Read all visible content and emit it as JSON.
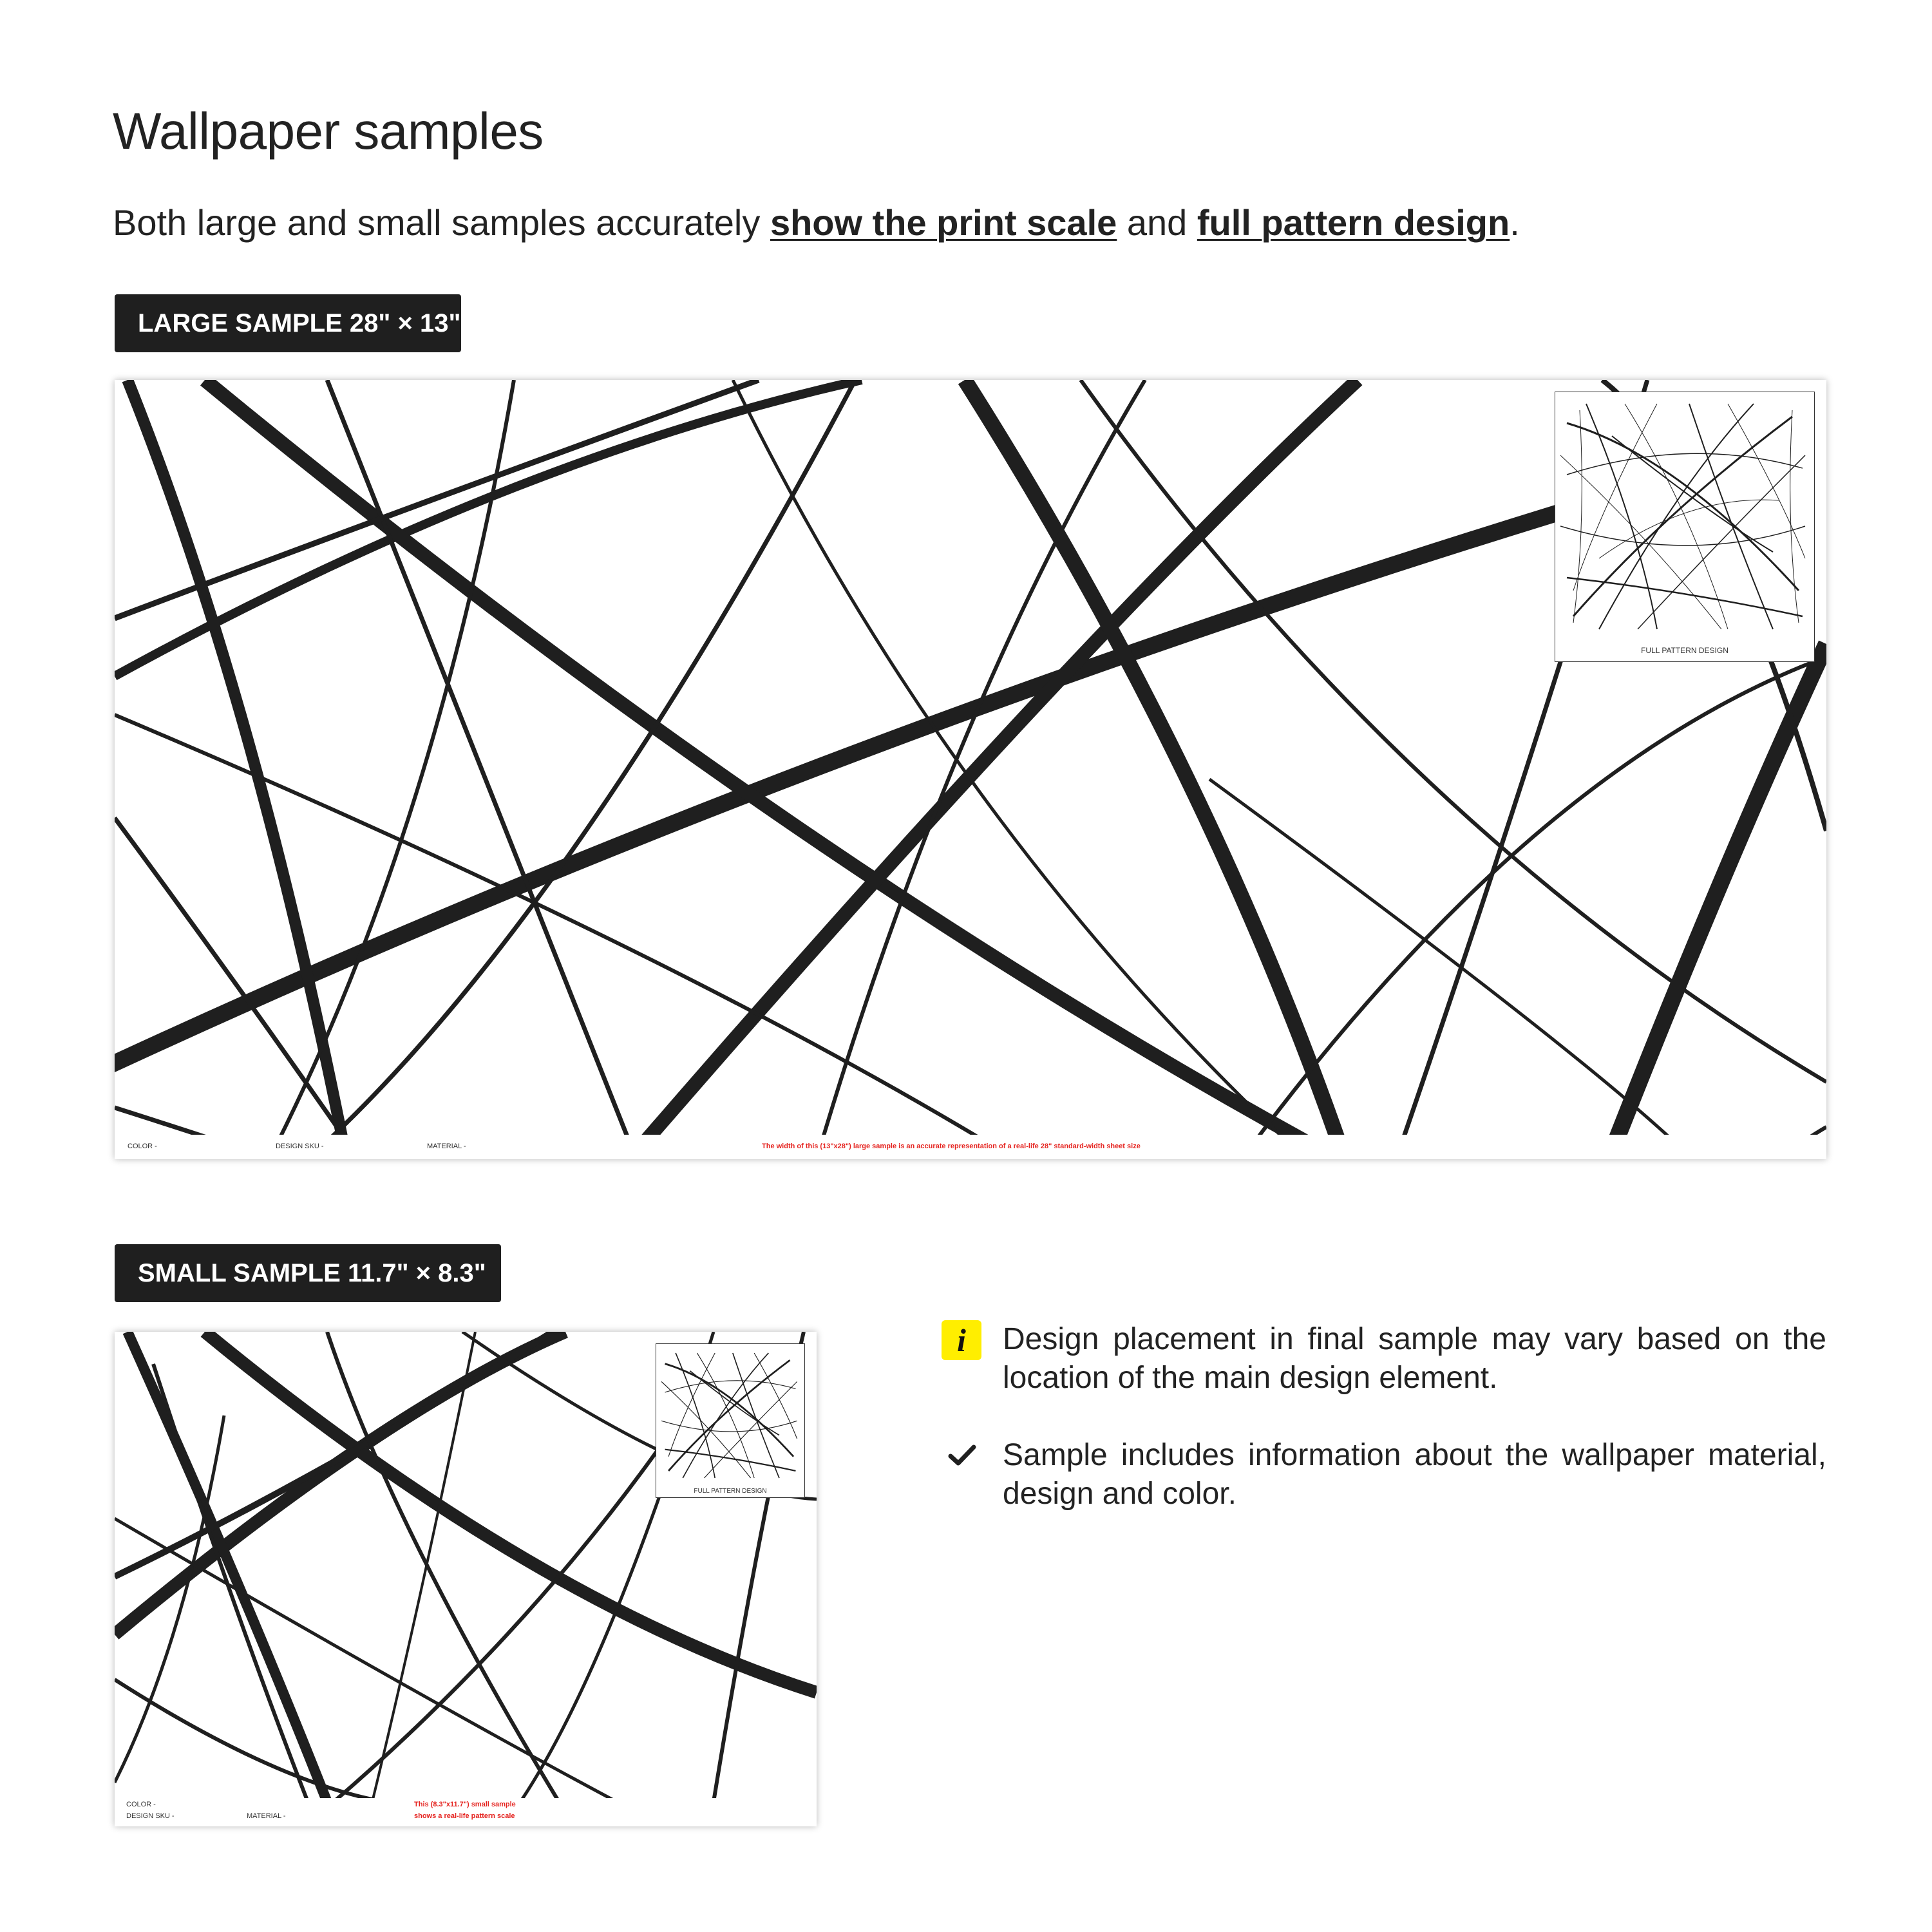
{
  "header": {
    "title": "Wallpaper samples",
    "subtitle_prefix": "Both large and small samples accurately ",
    "subtitle_highlight_1": "show the print scale",
    "subtitle_middle": " and ",
    "subtitle_highlight_2": "full pattern design",
    "subtitle_suffix": "."
  },
  "large_sample": {
    "badge": "LARGE SAMPLE 28\" × 13\"",
    "color_label": "COLOR -",
    "sku_label": "DESIGN SKU -",
    "material_label": "MATERIAL -",
    "note": "The width of this (13\"x28\") large sample is an accurate representation of a real-life 28\" standard-width sheet size",
    "inset_label": "FULL PATTERN DESIGN"
  },
  "small_sample": {
    "badge": "SMALL SAMPLE 11.7\" × 8.3\"",
    "color_label": "COLOR -",
    "sku_label": "DESIGN SKU -",
    "material_label": "MATERIAL -",
    "note_line1": "This (8.3\"x11.7\") small sample",
    "note_line2": "shows a real-life pattern scale",
    "inset_label": "FULL PATTERN DESIGN"
  },
  "info": [
    {
      "icon": "info-icon",
      "text": "Design placement in final sample may vary based on the location of the main design element."
    },
    {
      "icon": "check-icon",
      "text": "Sample includes information about the wallpaper material, design and color."
    }
  ],
  "colors": {
    "ink": "#1f1f1f",
    "badge_bg": "#1f1f1f",
    "note_red": "#e52420",
    "info_yellow": "#ffee00"
  }
}
